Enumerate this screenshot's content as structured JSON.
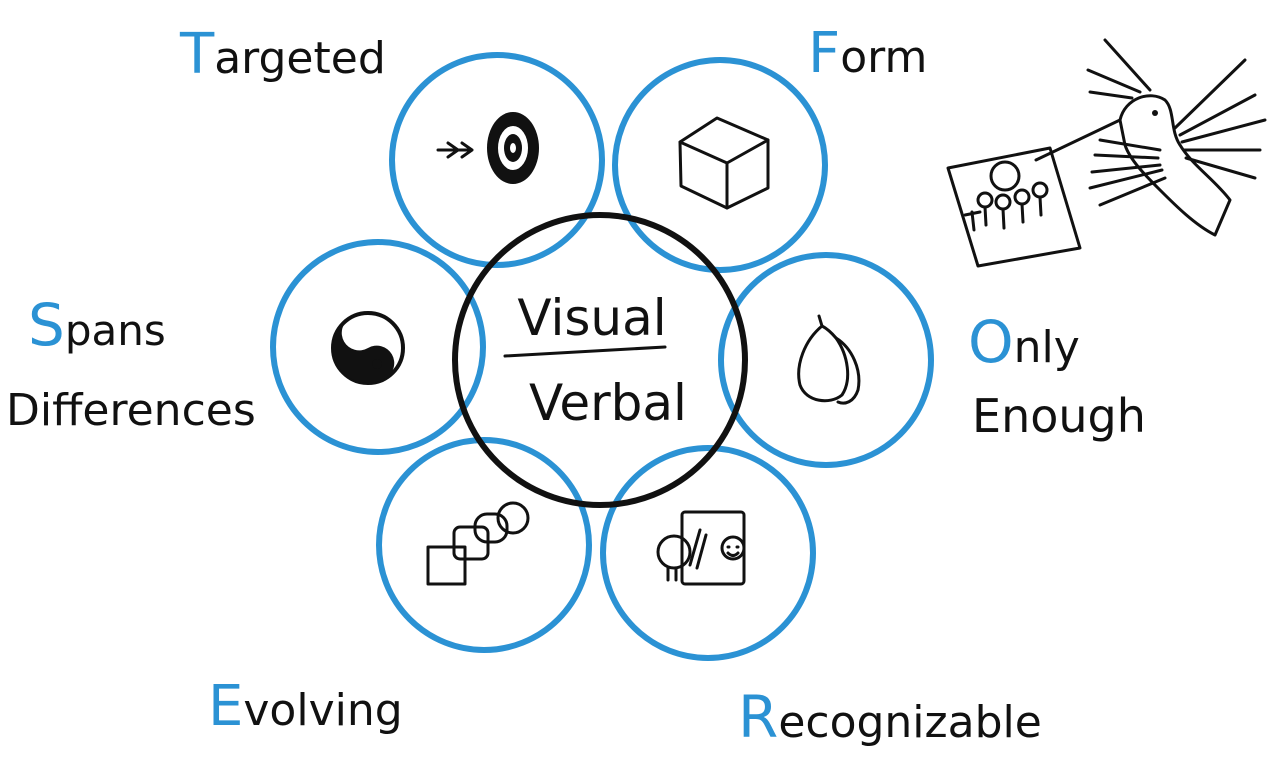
{
  "center": {
    "top": "Visual",
    "bottom": "Verbal"
  },
  "labels": {
    "targeted": {
      "cap": "T",
      "rest": "argeted"
    },
    "form": {
      "cap": "F",
      "rest": "orm"
    },
    "spans": {
      "cap": "S",
      "line1": "pans",
      "line2": "Differences"
    },
    "only": {
      "cap": "O",
      "line1": "nly",
      "line2": "Enough"
    },
    "evolving": {
      "cap": "E",
      "rest": "volving"
    },
    "recognizable": {
      "cap": "R",
      "rest": "ecognizable"
    }
  },
  "icons": {
    "targeted": "target-icon",
    "form": "cube-icon",
    "spans": "yin-yang-icon",
    "only": "garlic-icon",
    "evolving": "evolving-shapes-icon",
    "recognizable": "mirror-face-icon",
    "bird": "hummingbird-sketch-icon"
  },
  "colors": {
    "accent": "#2b92d4",
    "ink": "#111111",
    "background": "#ffffff"
  }
}
